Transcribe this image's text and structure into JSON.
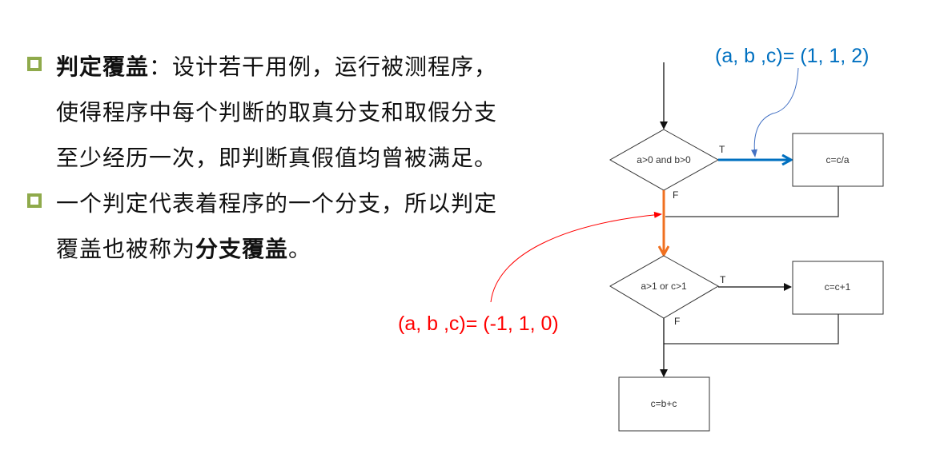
{
  "text": {
    "bullet1": {
      "term": "判定覆盖",
      "line1_rest": "：设计若干用例，运行被测程序，",
      "line2": "使得程序中每个判断的取真分支和取假分支",
      "line3": "至少经历一次，即判断真假值均曾被满足。"
    },
    "bullet2": {
      "line1": "一个判定代表着程序的一个分支，所以判定",
      "line2_pre": "覆盖也被称为",
      "line2_bold": "分支覆盖",
      "line2_post": "。"
    }
  },
  "diagram": {
    "decision1": "a>0 and b>0",
    "decision2": "a>1 or c>1",
    "box1": "c=c/a",
    "box2": "c=c+1",
    "box3": "c=b+c",
    "true_label": "T",
    "false_label": "F",
    "annotation_true": "(a, b ,c)= (1, 1, 2)",
    "annotation_false": "(a, b ,c)= (-1, 1, 0)",
    "colors": {
      "true_path": "#0070c0",
      "false_path": "#f07020",
      "false_annotation": "#ff0000",
      "bullet": "#8faa4b"
    }
  }
}
